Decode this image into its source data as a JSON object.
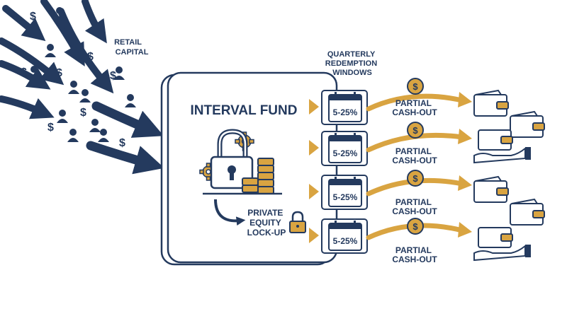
{
  "retail": {
    "line1": "RETAIL",
    "line2": "CAPITAL"
  },
  "fund": {
    "title": "INTERVAL FUND"
  },
  "lockup": {
    "line1": "PRIVATE",
    "line2": "EQUITY",
    "line3": "LOCK-UP"
  },
  "windows": {
    "line1": "QUARTERLY",
    "line2": "REDEMPTION",
    "line3": "WINDOWS"
  },
  "rows": [
    {
      "percent": "5-25%",
      "line1": "PARTIAL",
      "line2": "CASH-OUT"
    },
    {
      "percent": "5-25%",
      "line1": "PARTIAL",
      "line2": "CASH-OUT"
    },
    {
      "percent": "5-25%",
      "line1": "PARTIAL",
      "line2": "CASH-OUT"
    },
    {
      "percent": "5-25%",
      "line1": "PARTIAL",
      "line2": "CASH-OUT"
    }
  ],
  "colors": {
    "navy": "#243a5e",
    "gold": "#d9a441",
    "goldDark": "#b9862a",
    "bg": "#ffffff"
  }
}
